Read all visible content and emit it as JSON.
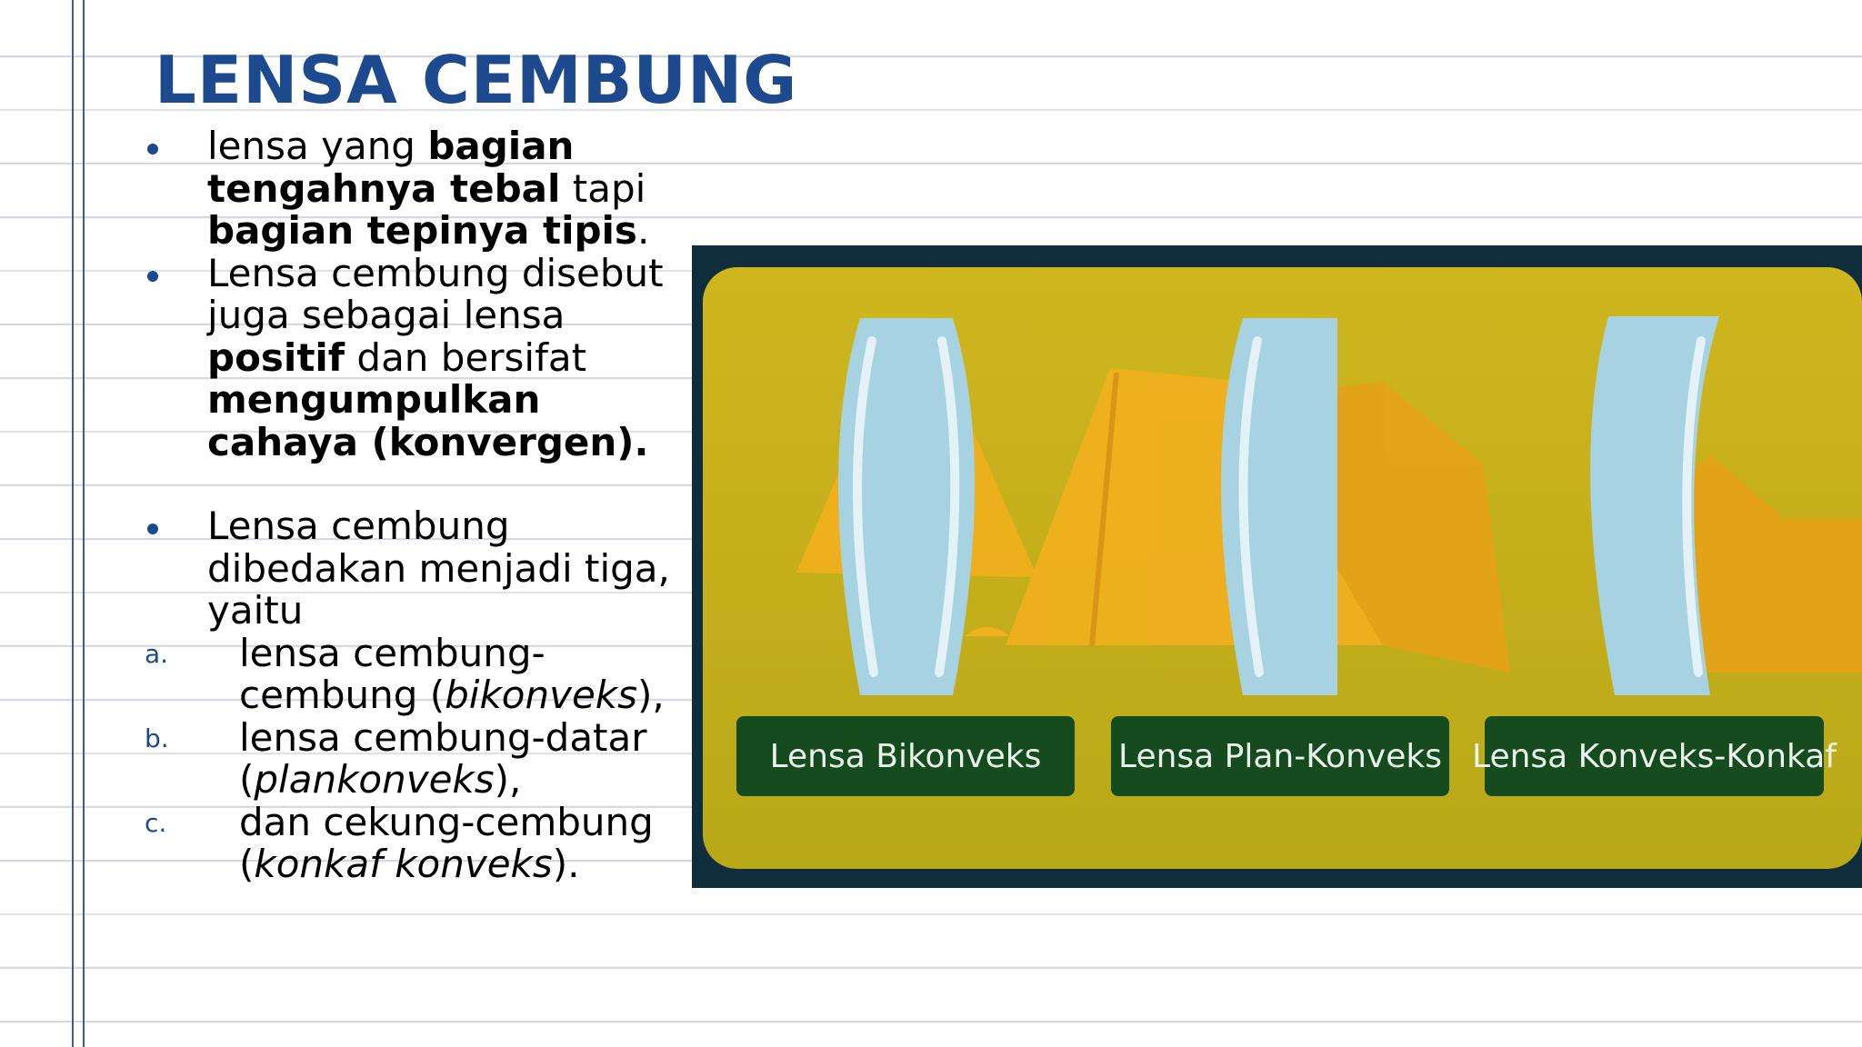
{
  "title": "LENSA CEMBUNG",
  "bullets": {
    "b1": {
      "t1": "lensa yang ",
      "t2": "bagian tengahnya tebal",
      "t3": " tapi ",
      "t4": "bagian tepinya tipis",
      "t5": "."
    },
    "b2": {
      "t1": "Lensa cembung disebut juga sebagai lensa ",
      "t2": "positif",
      "t3": " dan bersifat ",
      "t4": "mengumpulkan cahaya (konvergen)."
    },
    "b3": {
      "t1": "Lensa cembung dibedakan menjadi tiga, yaitu"
    }
  },
  "sublist": [
    {
      "label": "a.",
      "t1": "lensa cembung-cembung (",
      "t2": "bikonveks",
      "t3": "),"
    },
    {
      "label": "b.",
      "t1": "lensa cembung-datar (",
      "t2": "plankonveks",
      "t3": "),"
    },
    {
      "label": "c.",
      "t1": "dan cekung-cembung (",
      "t2": "konkaf konveks",
      "t3": ")."
    }
  ],
  "figure": {
    "labels": [
      "Lensa Bikonveks",
      "Lensa Plan-Konveks",
      "Lensa Konveks-Konkaf"
    ],
    "colors": {
      "frame": "#0f2d3a",
      "background": "#c9b21c",
      "tent": "#f2b01e",
      "lens": "#a7d2e2",
      "label_bg": "#164a1f"
    }
  }
}
